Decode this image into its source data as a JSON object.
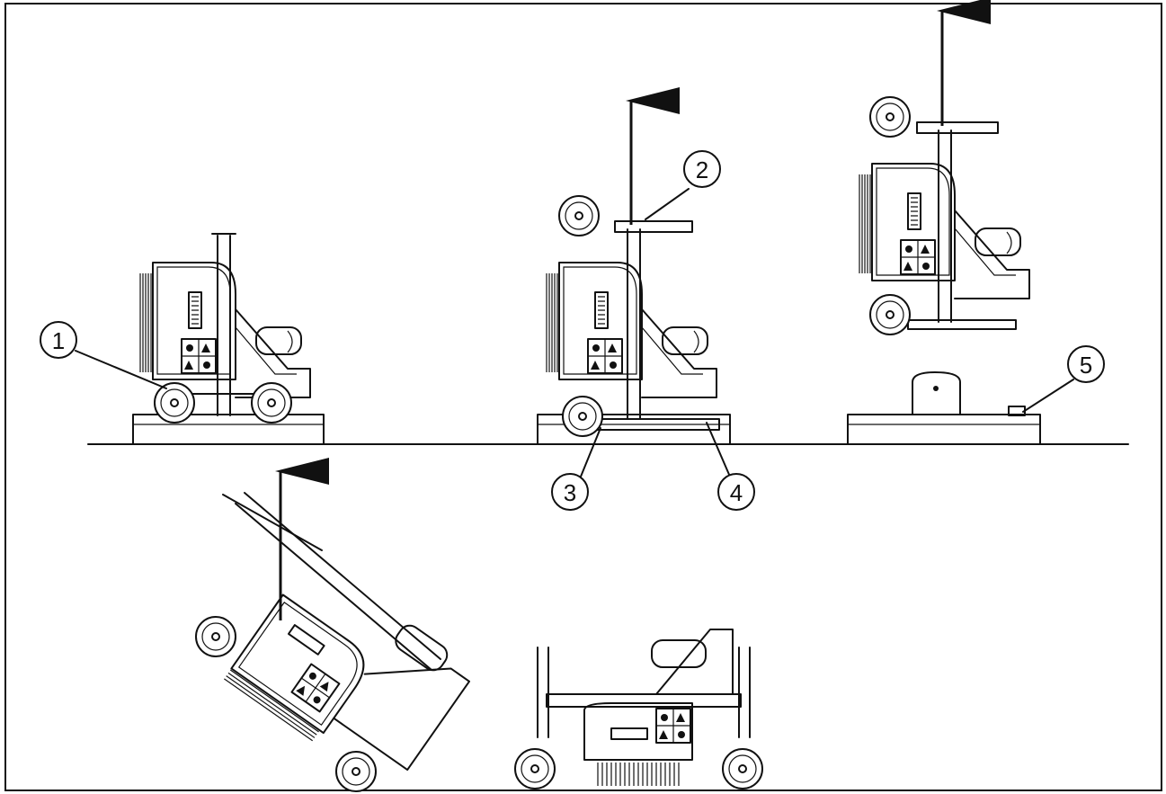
{
  "callouts": [
    {
      "id": "callout-1",
      "label": "1"
    },
    {
      "id": "callout-2",
      "label": "2"
    },
    {
      "id": "callout-3",
      "label": "3"
    },
    {
      "id": "callout-4",
      "label": "4"
    },
    {
      "id": "callout-5",
      "label": "5"
    }
  ],
  "icons": [
    "lift-arrow-icon",
    "safety-decal-icon",
    "caster-wheel-icon",
    "brush-bristles-icon"
  ],
  "colors": {
    "line": "#111111",
    "background": "#ffffff"
  }
}
